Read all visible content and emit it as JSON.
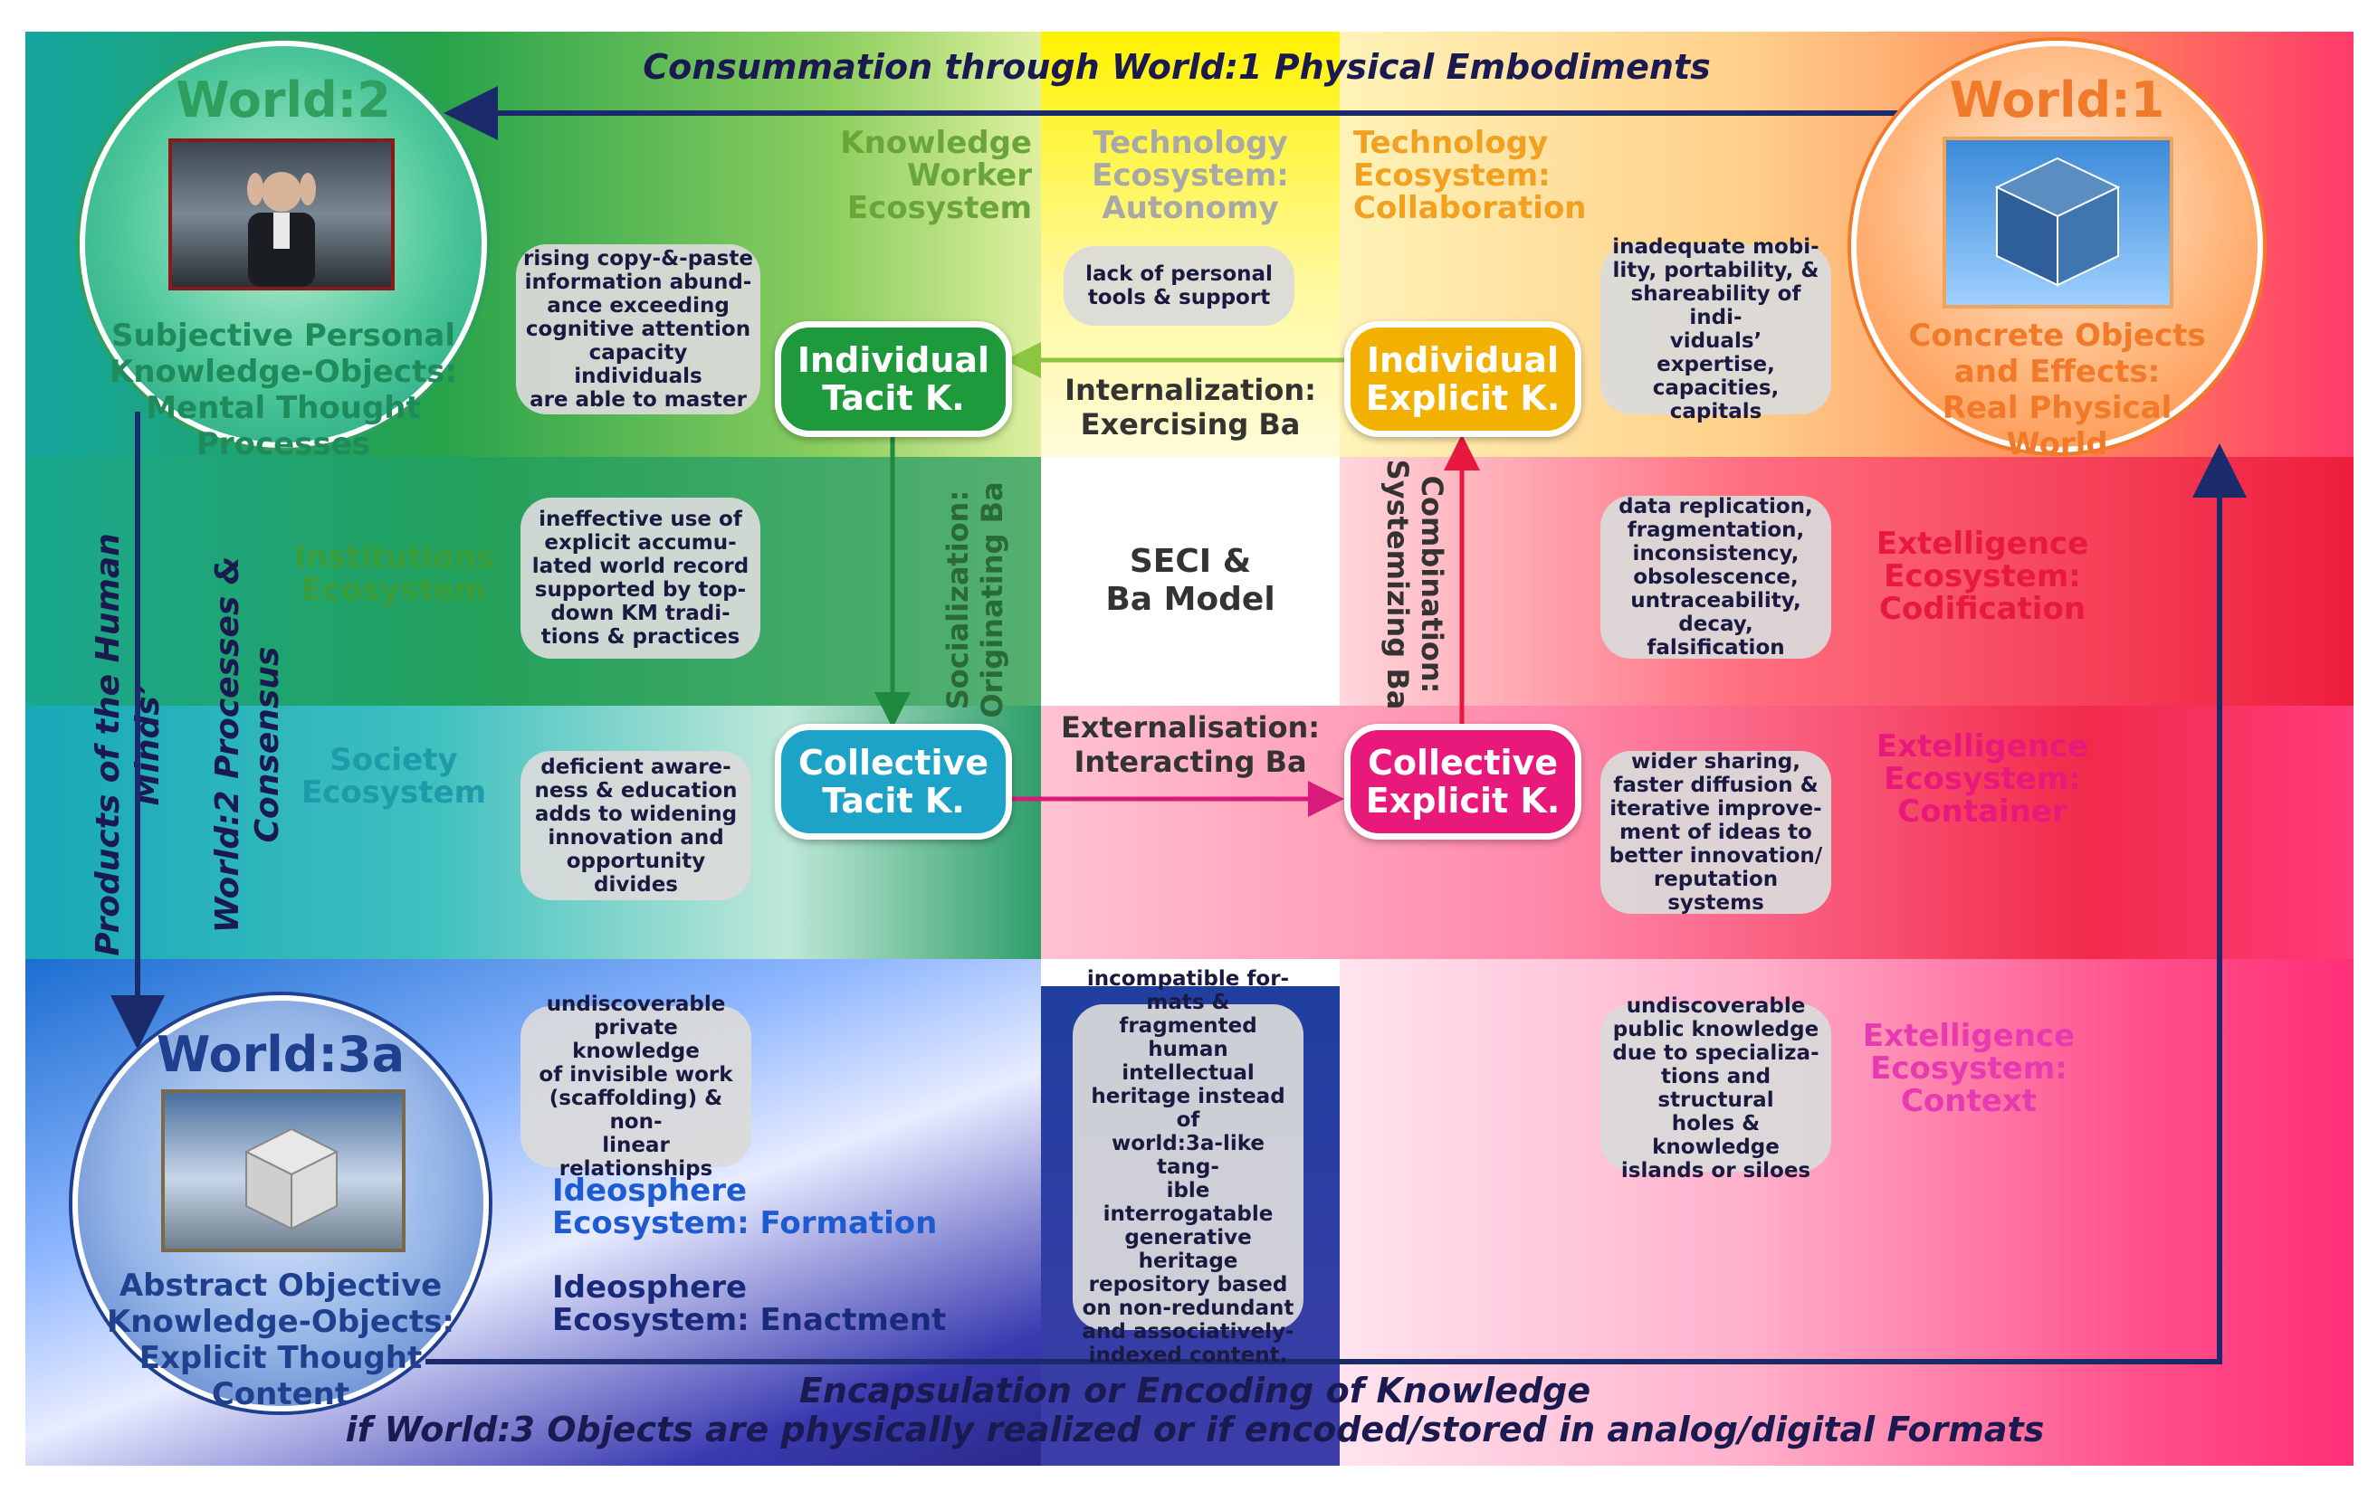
{
  "flows": {
    "top": "Consummation through World:1 Physical Embodiments",
    "bottom_line1": "Encapsulation or Encoding of Knowledge",
    "bottom_line2": "if World:3 Objects are physically realized or if encoded/stored in analog/digital Formats",
    "left_line1": "Products of the Human Minds’",
    "left_line2": "World:2 Processes & Consensus"
  },
  "worlds": {
    "w2": {
      "title": "World:2",
      "subtitle": "Subjective Personal\nKnowledge-Objects:\nMental Thought\nProcesses",
      "color": "#2f9e5e"
    },
    "w1": {
      "title": "World:1",
      "subtitle": "Concrete Objects\nand Effects:\nReal Physical\nWorld",
      "color": "#f07a2a"
    },
    "w3a": {
      "title": "World:3a",
      "subtitle": "Abstract Objective\nKnowledge-Objects:\nExplicit Thought\nContent",
      "color": "#1f3f8f"
    }
  },
  "ecosystems": {
    "knowledge_worker": "Knowledge\nWorker\nEcosystem",
    "tech_autonomy": "Technology\nEcosystem:\nAutonomy",
    "tech_collaboration": "Technology\nEcosystem:\nCollaboration",
    "institutions": "Institutions\nEcosystem",
    "society": "Society\nEcosystem",
    "ext_codification": "Extelligence\nEcosystem:\nCodification",
    "ext_container": "Extelligence\nEcosystem:\nContainer",
    "ext_context": "Extelligence\nEcosystem:\nContext",
    "ideo_formation": "Ideosphere\nEcosystem:   Formation",
    "ideo_enactment": "Ideosphere\nEcosystem:   Enactment"
  },
  "notes": {
    "n1": "rising copy-&-paste\ninformation abund-\nance exceeding\ncognitive attention\ncapacity individuals\nare able to master",
    "n2": "lack of personal\ntools & support",
    "n3": "inadequate mobi-\nlity, portability, &\nshareability of indi-\nviduals’ expertise,\ncapacities, capitals",
    "n4": "ineffective use of\nexplicit accumu-\nlated world record\nsupported by top-\ndown KM tradi-\ntions & practices",
    "n5": "data replication,\nfragmentation,\ninconsistency,\nobsolescence,\nuntraceability,\ndecay, falsification",
    "n6": "deficient aware-\nness & education\nadds to widening\ninnovation and\nopportunity divides",
    "n7": "wider sharing,\nfaster diffusion &\niterative improve-\nment of ideas to\nbetter innovation/\nreputation systems",
    "n8": "undiscoverable\nprivate knowledge\nof invisible work\n(scaffolding) & non-\nlinear  relationships",
    "n9": "incompatible for-\nmats & fragmented\nhuman intellectual\nheritage instead of\nworld:3a-like tang-\nible interrogatable\ngenerative heritage\nrepository based\non non-redundant\nand associatively-\nindexed content.",
    "n10": "undiscoverable\npublic knowledge\ndue to specializa-\ntions and structural\nholes & knowledge\nislands or siloes"
  },
  "nodes": {
    "ind_tacit": {
      "label": "Individual\nTacit K.",
      "color": "#1e9a3c"
    },
    "ind_explicit": {
      "label": "Individual\nExplicit K.",
      "color": "#f2b100"
    },
    "col_tacit": {
      "label": "Collective\nTacit K.",
      "color": "#1ea3c8"
    },
    "col_explicit": {
      "label": "Collective\nExplicit K.",
      "color": "#e8197a"
    }
  },
  "ba": {
    "internalization": "Internalization:\nExercising Ba",
    "externalisation": "Externalisation:\nInteracting Ba",
    "socialization": "Socialization:\nOriginating Ba",
    "combination": "Combination:\nSystemizing Ba",
    "center": "SECI &\nBa Model"
  },
  "colors": {
    "green": "#2aa24a",
    "yellow": "#ffe400",
    "red": "#e8193f",
    "pink": "#f52d7a",
    "blue": "#1b4fb5",
    "navy": "#1a2a6a",
    "teal": "#15a6a0"
  }
}
